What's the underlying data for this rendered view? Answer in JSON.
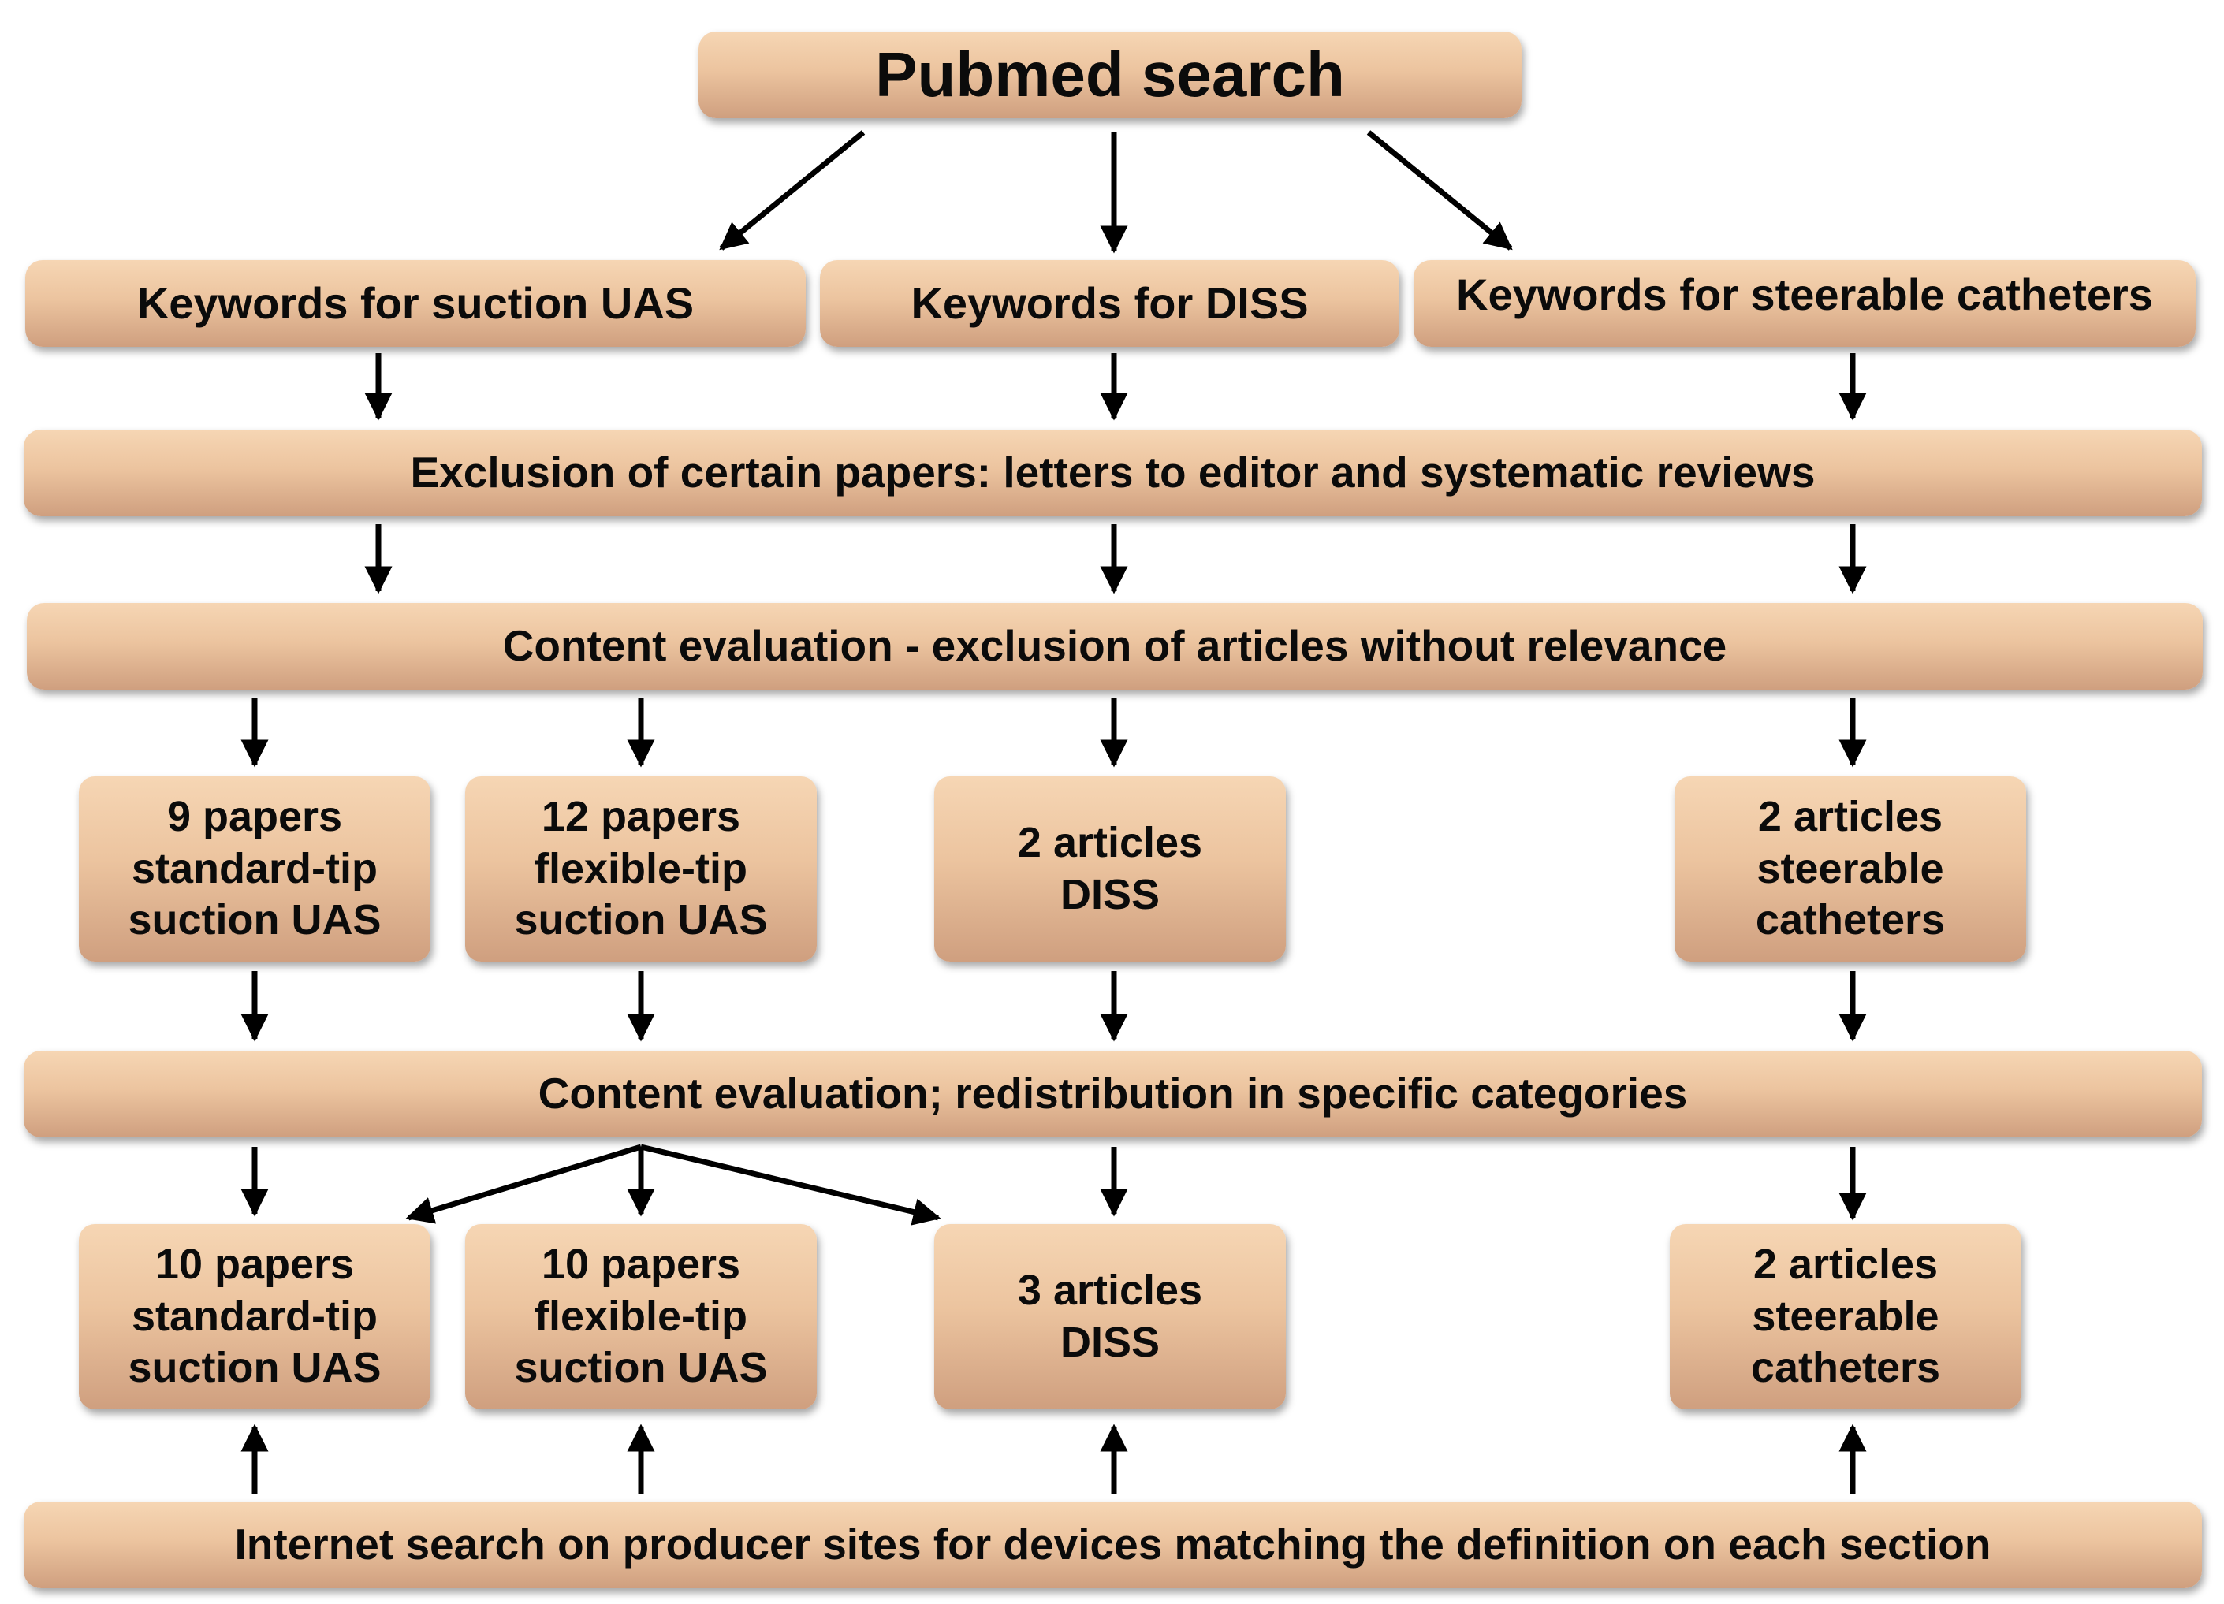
{
  "diagram": {
    "title": "Pubmed search",
    "keywords": {
      "suction_uas": "Keywords for suction UAS",
      "diss": "Keywords for DISS",
      "steerable": "Keywords for steerable catheters"
    },
    "exclusion": "Exclusion of certain papers: letters to editor and systematic reviews",
    "content_evaluation": "Content evaluation - exclusion of articles without relevance",
    "results_first": {
      "standard_tip": "9 papers\nstandard-tip\nsuction UAS",
      "flexible_tip": "12 papers\nflexible-tip\nsuction UAS",
      "diss": "2 articles\nDISS",
      "steerable": "2 articles\nsteerable\ncatheters"
    },
    "redistribution": "Content evaluation; redistribution in specific categories",
    "results_final": {
      "standard_tip": "10 papers\nstandard-tip\nsuction UAS",
      "flexible_tip": "10 papers\nflexible-tip\nsuction UAS",
      "diss": "3 articles\nDISS",
      "steerable": "2 articles\nsteerable\ncatheters"
    },
    "internet_search": "Internet search on producer sites for devices matching the definition on each section"
  }
}
